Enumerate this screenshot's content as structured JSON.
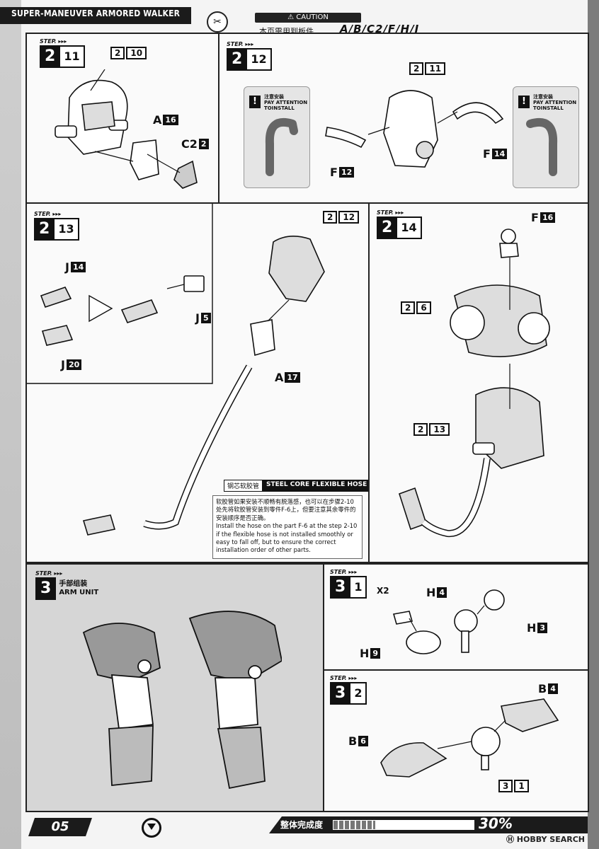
{
  "header": {
    "title": "SUPER-MANEUVER ARMORED WALKER",
    "caution_label": "⚠ CAUTION",
    "caution_cn": "本页需用到板件",
    "caution_parts": "A/B/C2/F/H/J"
  },
  "steps": {
    "s2_11": {
      "label": "STEP.",
      "major": "2",
      "minor": "11"
    },
    "s2_12": {
      "label": "STEP.",
      "major": "2",
      "minor": "12"
    },
    "s2_13": {
      "label": "STEP.",
      "major": "2",
      "minor": "13"
    },
    "s2_14": {
      "label": "STEP.",
      "major": "2",
      "minor": "14"
    },
    "s3": {
      "label": "STEP.",
      "major": "3",
      "cn": "手部组装",
      "en": "ARM UNIT"
    },
    "s3_1": {
      "label": "STEP.",
      "major": "3",
      "minor": "1",
      "count": "X2"
    },
    "s3_2": {
      "label": "STEP.",
      "major": "3",
      "minor": "2"
    }
  },
  "callouts": {
    "p2_10": {
      "n": "2",
      "b": "10"
    },
    "pA16": {
      "n": "A",
      "b": "16"
    },
    "pC2_2": {
      "n": "C2",
      "b": "2"
    },
    "p2_11b": {
      "n": "2",
      "b": "11"
    },
    "pF12": {
      "n": "F",
      "b": "12"
    },
    "pF14": {
      "n": "F",
      "b": "14"
    },
    "p2_12b": {
      "n": "2",
      "b": "12"
    },
    "pJ14": {
      "n": "J",
      "b": "14"
    },
    "pJ20": {
      "n": "J",
      "b": "20"
    },
    "pJ5": {
      "n": "J",
      "b": "5"
    },
    "pA17": {
      "n": "A",
      "b": "17"
    },
    "pF16": {
      "n": "F",
      "b": "16"
    },
    "p2_6": {
      "n": "2",
      "b": "6"
    },
    "p2_13b": {
      "n": "2",
      "b": "13"
    },
    "pH4": {
      "n": "H",
      "b": "4"
    },
    "pH3": {
      "n": "H",
      "b": "3"
    },
    "pH9": {
      "n": "H",
      "b": "9"
    },
    "pB4": {
      "n": "B",
      "b": "4"
    },
    "pB6": {
      "n": "B",
      "b": "6"
    },
    "p3_1b": {
      "n": "3",
      "b": "1"
    }
  },
  "attention": {
    "cn": "注意安装",
    "en1": "PAY ATTENTION",
    "en2": "TOINSTALL"
  },
  "hose": {
    "cn": "钢芯软胶管",
    "en": "STEEL CORE FLEXIBLE HOSE",
    "note_cn": "软胶管如果安装不顺畅有脱落感，也可以在步骤2-10处先将软胶管安装到零件F-6上，但要注意其余零件的安装顺序是否正确。",
    "note_en": "Install the hose on the part F-6 at the step 2-10 if the flexible hose is not installed smoothly or easy to fall off, but to ensure the correct installation order of other parts."
  },
  "footer": {
    "page": "05",
    "completion_label": "整体完成度",
    "progress": 0.3,
    "percent": "30%",
    "watermark": "Ⓗ HOBBY SEARCH"
  },
  "colors": {
    "ink": "#111111",
    "panel_shade": "#d6d6d6",
    "band": "#1b1b1b"
  }
}
